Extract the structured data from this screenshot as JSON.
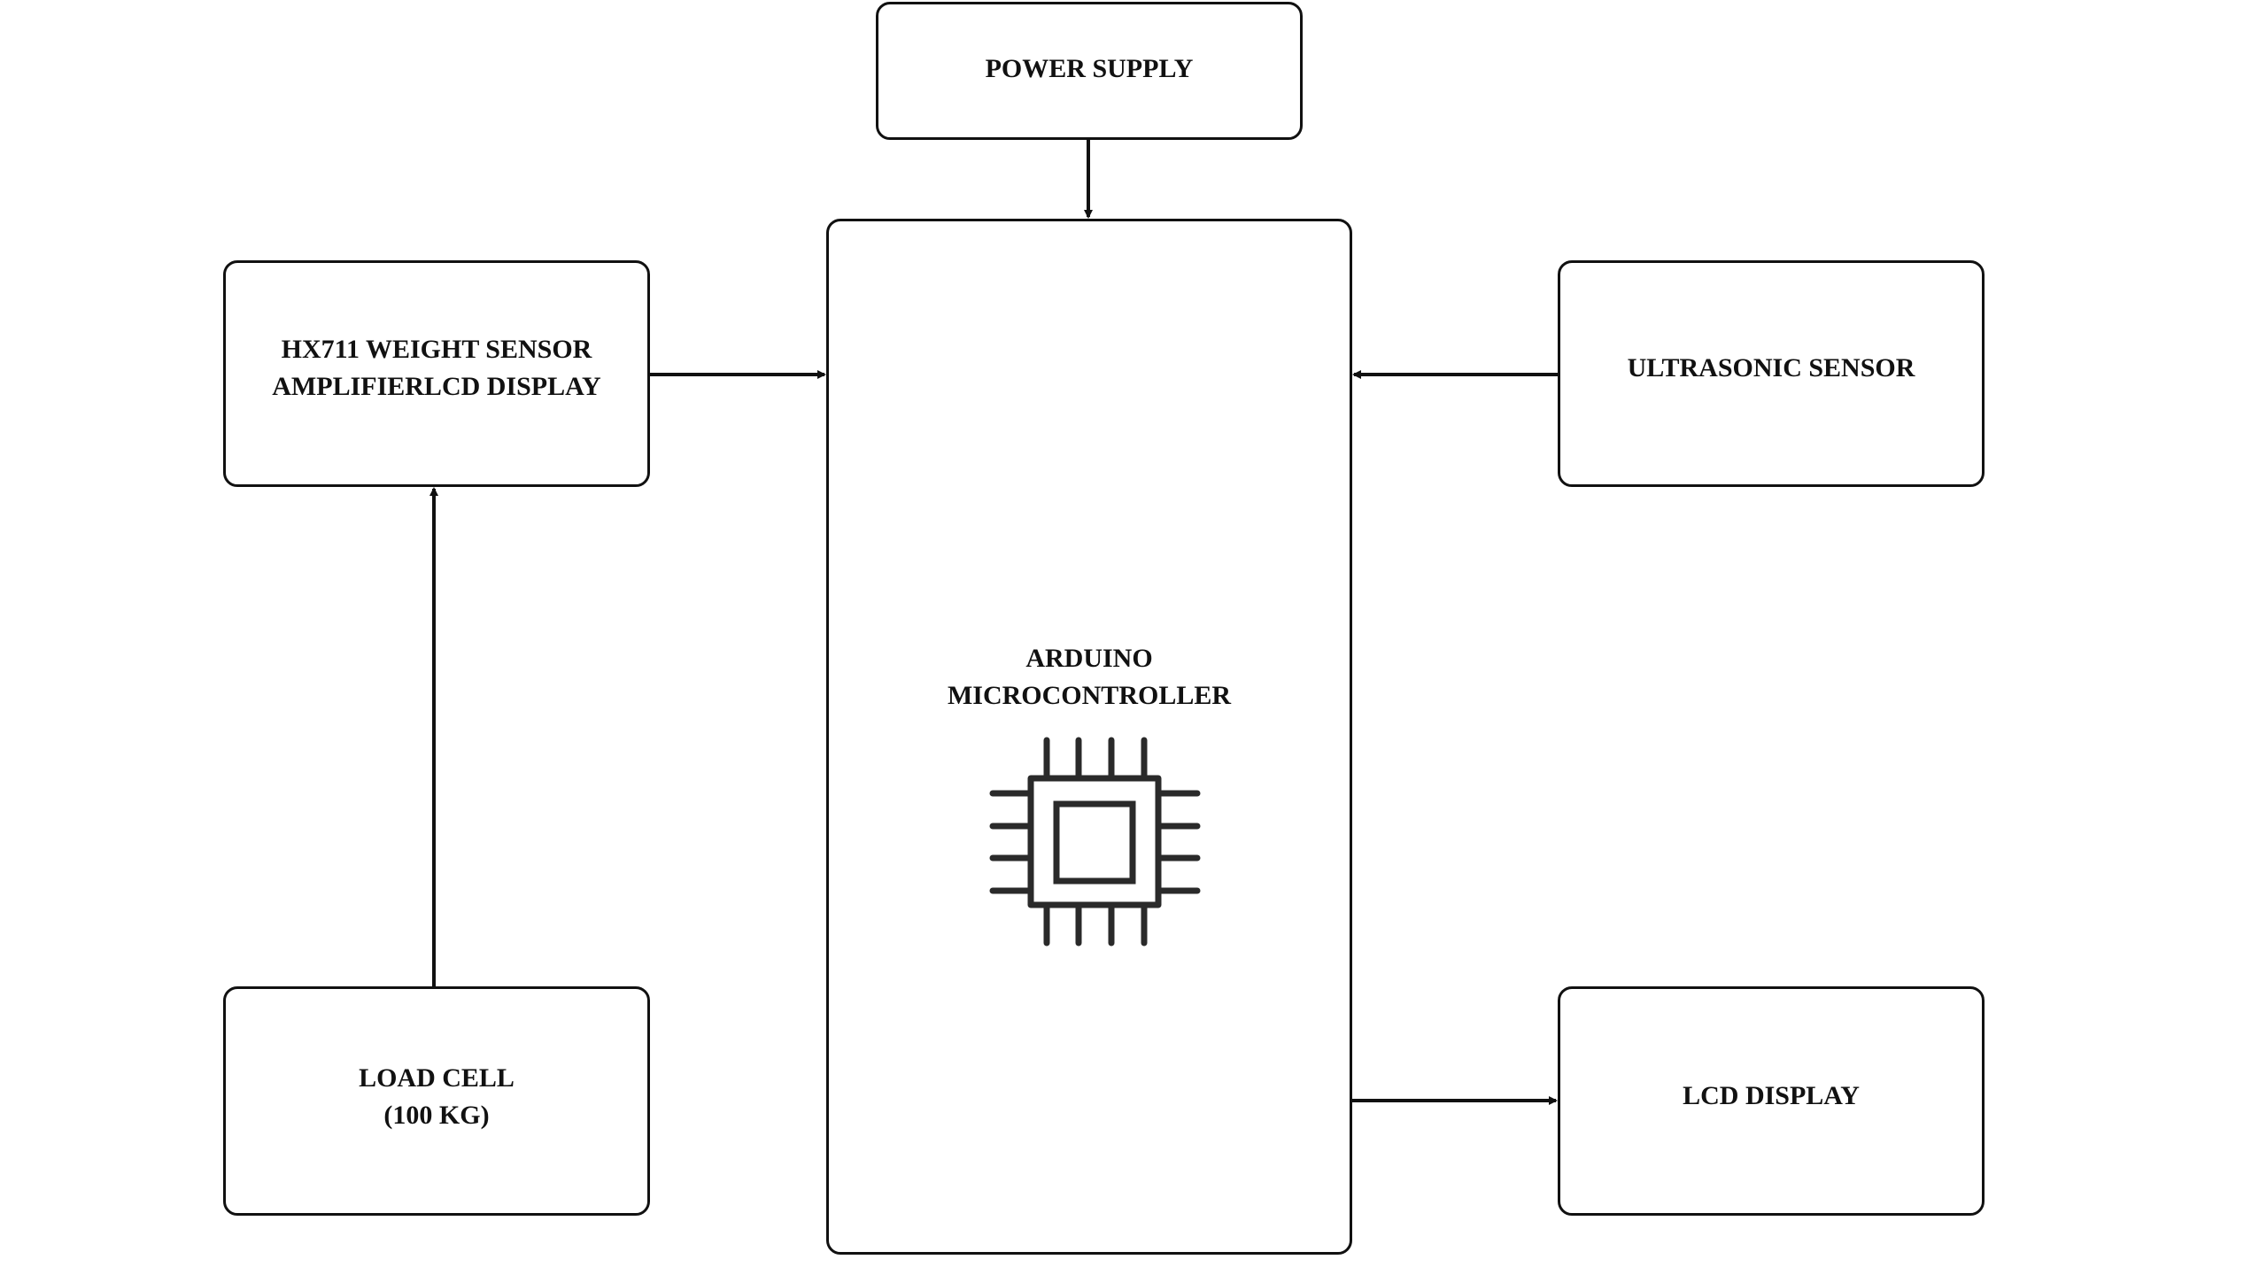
{
  "diagram": {
    "title": "Arduino-based weight and distance measurement system block diagram",
    "blocks": {
      "power_supply": {
        "lines": [
          "POWER SUPPLY"
        ]
      },
      "hx711": {
        "lines": [
          "HX711 WEIGHT SENSOR",
          "AMPLIFIERLCD DISPLAY"
        ]
      },
      "ultrasonic": {
        "lines": [
          "ULTRASONIC SENSOR"
        ]
      },
      "load_cell": {
        "lines": [
          "LOAD CELL",
          "(100 KG)"
        ]
      },
      "lcd": {
        "lines": [
          "LCD DISPLAY"
        ]
      },
      "microcontroller": {
        "lines": [
          "ARDUINO",
          "MICROCONTROLLER"
        ],
        "icon": "microchip-icon"
      }
    },
    "connections": [
      {
        "from": "POWER SUPPLY",
        "to": "ARDUINO MICROCONTROLLER"
      },
      {
        "from": "LOAD CELL (100 KG)",
        "to": "HX711 WEIGHT SENSOR AMPLIFIERLCD DISPLAY"
      },
      {
        "from": "HX711 WEIGHT SENSOR AMPLIFIERLCD DISPLAY",
        "to": "ARDUINO MICROCONTROLLER"
      },
      {
        "from": "ULTRASONIC SENSOR",
        "to": "ARDUINO MICROCONTROLLER"
      },
      {
        "from": "ARDUINO MICROCONTROLLER",
        "to": "LCD DISPLAY"
      }
    ],
    "colors": {
      "stroke": "#111111",
      "icon": "#2a2a2a",
      "background": "#ffffff"
    }
  }
}
